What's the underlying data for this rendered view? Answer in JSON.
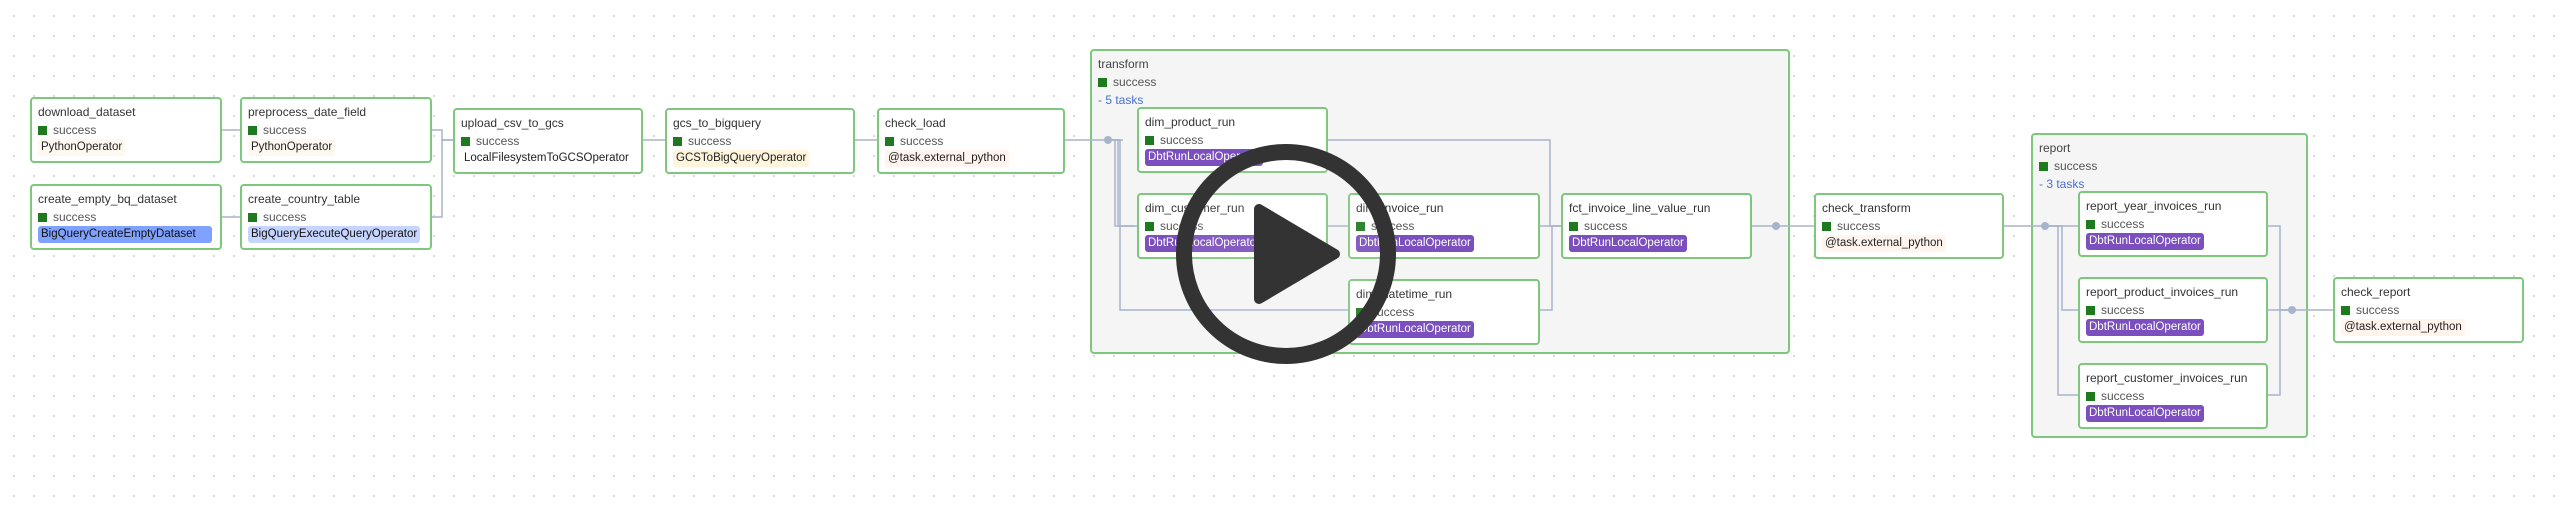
{
  "status_label": "success",
  "colors": {
    "success": "#1f7a1f",
    "border": "#7ec87e",
    "dbt": "#7b4fbd",
    "edge": "#a8b4cc",
    "play": "#333333"
  },
  "nodes": {
    "download_dataset": {
      "title": "download_dataset",
      "status": "success",
      "operator": "PythonOperator"
    },
    "preprocess_date_field": {
      "title": "preprocess_date_field",
      "status": "success",
      "operator": "PythonOperator"
    },
    "create_empty_bq_dataset": {
      "title": "create_empty_bq_dataset",
      "status": "success",
      "operator": "BigQueryCreateEmptyDataset"
    },
    "create_country_table": {
      "title": "create_country_table",
      "status": "success",
      "operator": "BigQueryExecuteQueryOperator"
    },
    "upload_csv_to_gcs": {
      "title": "upload_csv_to_gcs",
      "status": "success",
      "operator": "LocalFilesystemToGCSOperator"
    },
    "gcs_to_bigquery": {
      "title": "gcs_to_bigquery",
      "status": "success",
      "operator": "GCSToBigQueryOperator"
    },
    "check_load": {
      "title": "check_load",
      "status": "success",
      "operator": "@task.external_python"
    },
    "dim_product_run": {
      "title": "dim_product_run",
      "status": "success",
      "operator": "DbtRunLocalOperator"
    },
    "dim_customer_run": {
      "title": "dim_customer_run",
      "status": "success",
      "operator": "DbtRunLocalOperator"
    },
    "dim_invoice_run": {
      "title": "dim_invoice_run",
      "status": "success",
      "operator": "DbtRunLocalOperator"
    },
    "dim_datetime_run": {
      "title": "dim_datetime_run",
      "status": "success",
      "operator": "DbtRunLocalOperator"
    },
    "fct_invoice_line_value_run": {
      "title": "fct_invoice_line_value_run",
      "status": "success",
      "operator": "DbtRunLocalOperator"
    },
    "check_transform": {
      "title": "check_transform",
      "status": "success",
      "operator": "@task.external_python"
    },
    "report_year_invoices_run": {
      "title": "report_year_invoices_run",
      "status": "success",
      "operator": "DbtRunLocalOperator"
    },
    "report_product_invoices_run": {
      "title": "report_product_invoices_run",
      "status": "success",
      "operator": "DbtRunLocalOperator"
    },
    "report_customer_invoices_run": {
      "title": "report_customer_invoices_run",
      "status": "success",
      "operator": "DbtRunLocalOperator"
    },
    "check_report": {
      "title": "check_report",
      "status": "success",
      "operator": "@task.external_python"
    }
  },
  "groups": {
    "transform": {
      "title": "transform",
      "status": "success",
      "tasks": "- 5 tasks"
    },
    "report": {
      "title": "report",
      "status": "success",
      "tasks": "- 3 tasks"
    }
  },
  "video": {
    "play_icon": "play-icon"
  }
}
